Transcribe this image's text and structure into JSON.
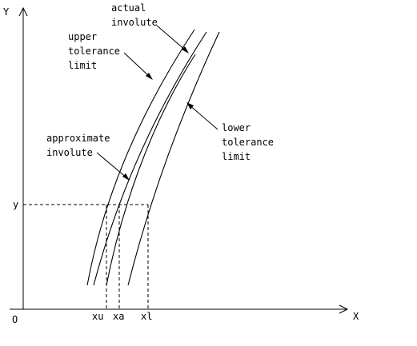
{
  "axes": {
    "x_label": "X",
    "y_label": "Y",
    "origin_label": "O",
    "y_mark_label": "y",
    "x_marks": [
      "xu",
      "xa",
      "xl"
    ]
  },
  "labels": {
    "actual": [
      "actual",
      "involute"
    ],
    "upper": [
      "upper",
      "tolerance",
      "limit"
    ],
    "approx": [
      "approximate",
      "involute"
    ],
    "lower": [
      "lower",
      "tolerance",
      "limit"
    ]
  },
  "colors": {
    "ink": "#000000",
    "background": "#ffffff"
  }
}
